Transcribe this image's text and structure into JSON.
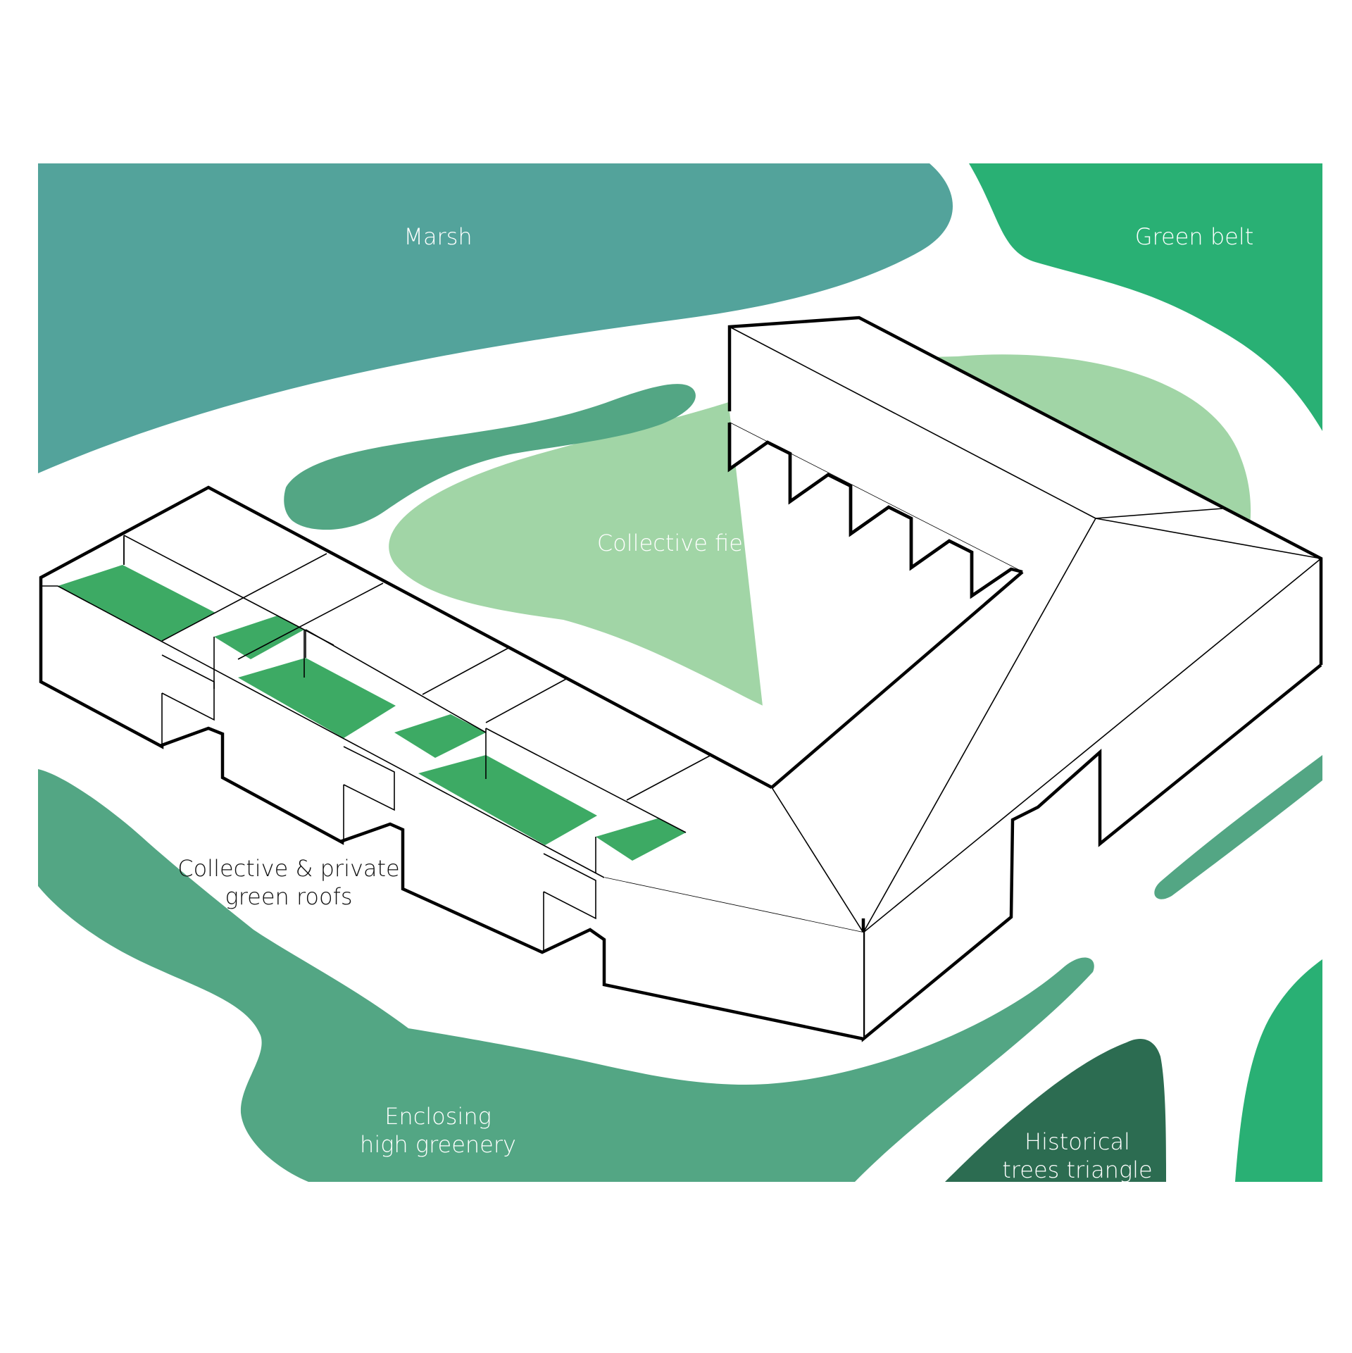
{
  "colors": {
    "marsh": "#53a39b",
    "green_belt": "#29b074",
    "collective_field": "#a1d5a6",
    "pond": "#53a684",
    "enclosing_greenery": "#53a684",
    "historical_trees": "#2c6c51",
    "green_roof": "#3daa64",
    "building": "#ffffff",
    "outline": "#000000"
  },
  "labels": {
    "marsh": "Marsh",
    "green_belt": "Green belt",
    "collective_field": "Collective field",
    "green_roofs_line1": "Collective & private",
    "green_roofs_line2": "green roofs",
    "enclosing_line1": "Enclosing",
    "enclosing_line2": "high greenery",
    "historical_line1": "Historical",
    "historical_line2": "trees triangle"
  }
}
